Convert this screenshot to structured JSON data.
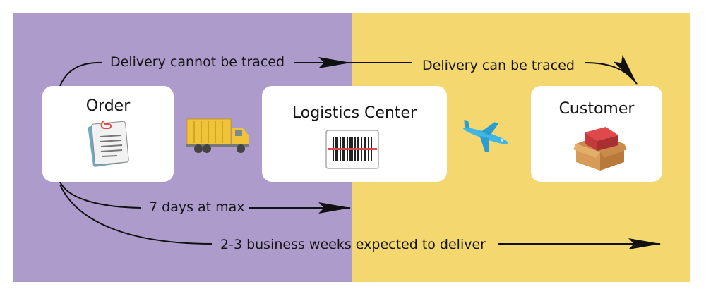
{
  "colors": {
    "purple": "#ad9bcb",
    "yellow": "#f4d76f",
    "card": "#ffffff",
    "text": "#141414"
  },
  "nodes": {
    "order": {
      "title": "Order",
      "icon": "document-paperclip-icon"
    },
    "logistics": {
      "title": "Logistics Center",
      "icon": "barcode-scanner-icon"
    },
    "customer": {
      "title": "Customer",
      "icon": "package-box-icon"
    }
  },
  "transport_icons": {
    "left": "delivery-truck-icon",
    "right": "airplane-icon"
  },
  "flows": {
    "untraced": "Delivery cannot be traced",
    "traced": "Delivery can be traced",
    "max_days": "7 days at max",
    "expected": "2-3 business weeks expected to deliver"
  }
}
